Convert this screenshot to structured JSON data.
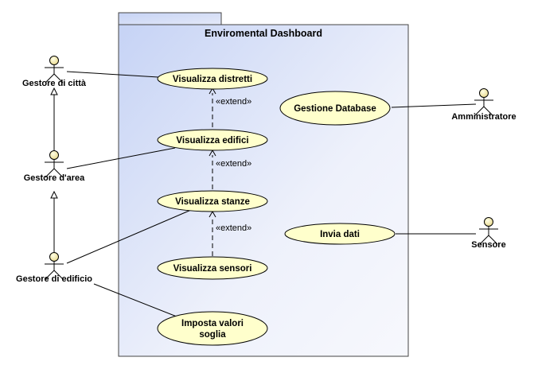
{
  "system": {
    "title": "Enviromental Dashboard"
  },
  "actors": {
    "gestore_citta": "Gestore di città",
    "gestore_area": "Gestore d'area",
    "gestore_edificio": "Gestore di edificio",
    "amministratore": "Amministratore",
    "sensore": "Sensore"
  },
  "usecases": {
    "visualizza_distretti": "Visualizza distretti",
    "visualizza_edifici": "Visualizza edifici",
    "visualizza_stanze": "Visualizza stanze",
    "visualizza_sensori": "Visualizza sensori",
    "imposta_valori_l1": "Imposta valori",
    "imposta_valori_l2": "soglia",
    "gestione_database": "Gestione Database",
    "invia_dati": "Invia dati"
  },
  "extend_label": "«extend»",
  "colors": {
    "usecase_fill": "#ffffcc",
    "system_fill_top": "#cfd9f5",
    "system_fill_bottom": "#f4f6fc",
    "actor_head": "#fff2b0"
  }
}
